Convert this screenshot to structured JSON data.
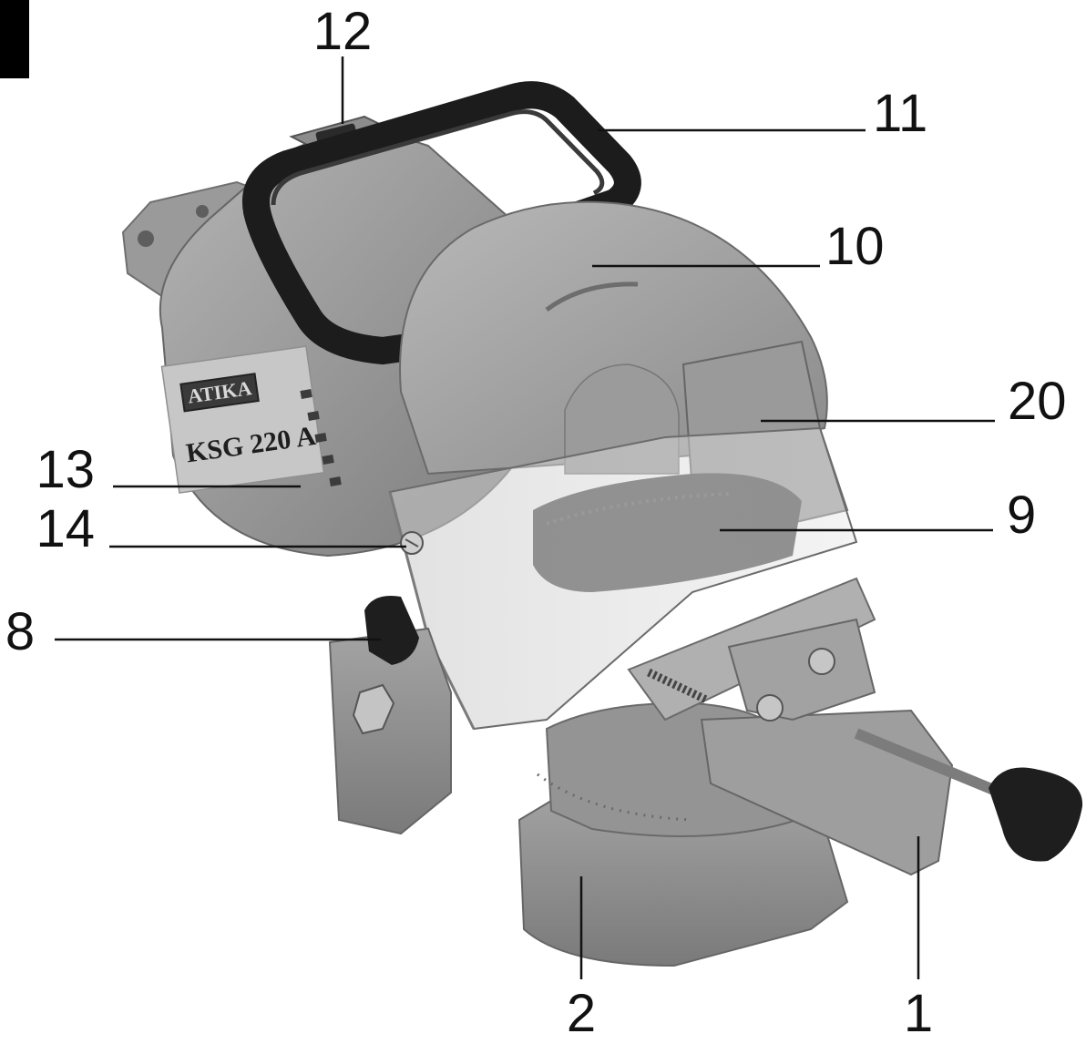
{
  "figure": {
    "brand_label": "ATIKA",
    "model_label": "KSG 220 A",
    "callouts": [
      {
        "id": "12",
        "label": "12"
      },
      {
        "id": "11",
        "label": "11"
      },
      {
        "id": "10",
        "label": "10"
      },
      {
        "id": "20",
        "label": "20"
      },
      {
        "id": "13",
        "label": "13"
      },
      {
        "id": "14",
        "label": "14"
      },
      {
        "id": "9",
        "label": "9"
      },
      {
        "id": "8",
        "label": "8"
      },
      {
        "id": "2",
        "label": "2"
      },
      {
        "id": "1",
        "label": "1"
      }
    ]
  },
  "colors": {
    "body_light": "#a8a8a8",
    "body_mid": "#8e8e8e",
    "body_dark": "#6a6a6a",
    "handle": "#1c1c1c",
    "ink": "#111111",
    "corner_tab": "#000000"
  }
}
